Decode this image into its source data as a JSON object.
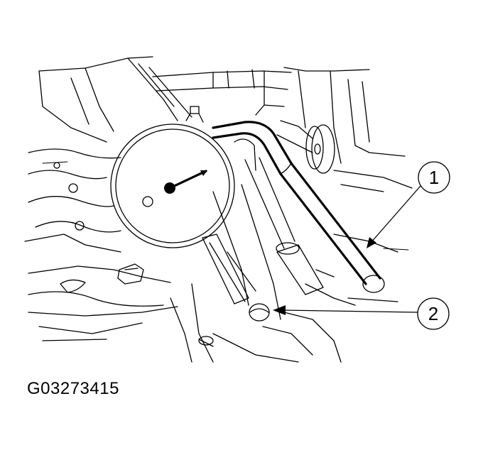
{
  "figure": {
    "code": "G03273415",
    "callouts": [
      {
        "number": "1"
      },
      {
        "number": "2"
      }
    ]
  }
}
